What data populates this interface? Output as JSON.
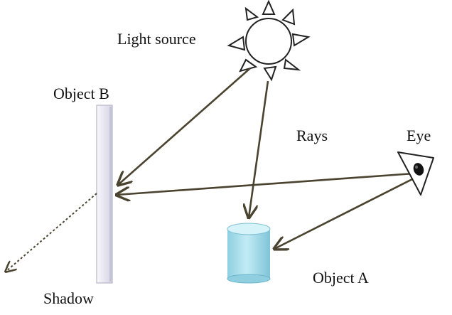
{
  "labels": {
    "light_source": "Light source",
    "object_b": "Object B",
    "rays": "Rays",
    "eye": "Eye",
    "object_a": "Object A",
    "shadow": "Shadow"
  },
  "colors": {
    "ray": "#4a4330",
    "background": "#ffffff",
    "object_b_fill": "#ecebf4",
    "object_a_fill": "#a9dbe8",
    "object_a_top": "#c9eef6",
    "eye_pupil": "#111111"
  },
  "icons": {
    "sun": "sun-icon",
    "eye": "eye-icon"
  }
}
